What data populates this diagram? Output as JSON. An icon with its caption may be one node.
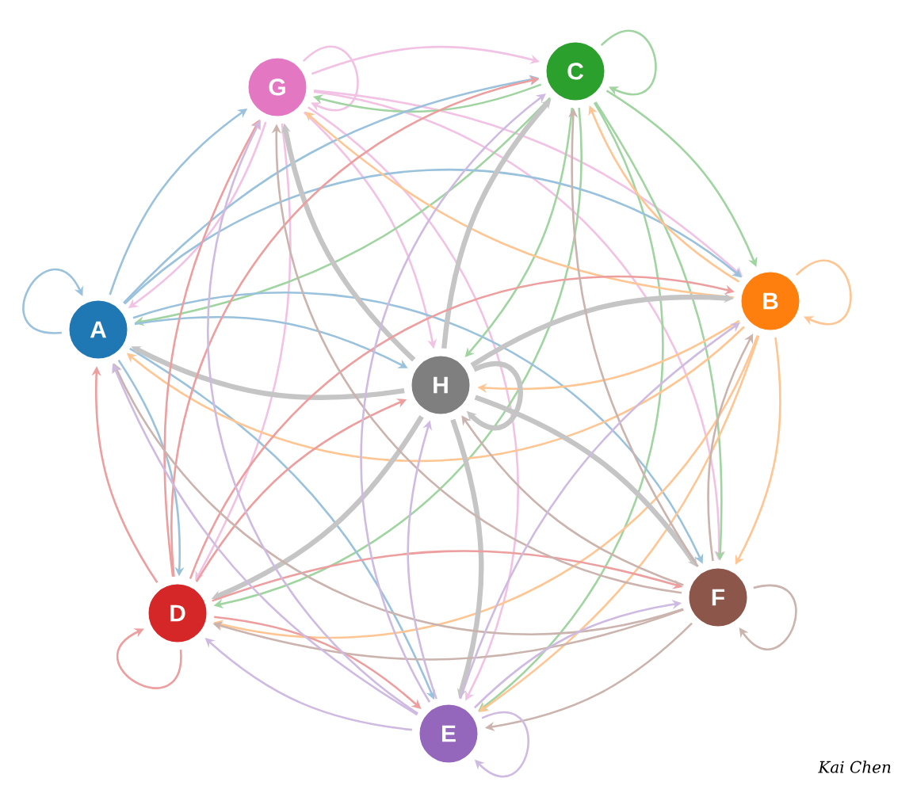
{
  "diagram": {
    "nodes": [
      {
        "text": [
          "G"
        ]
      },
      {
        "text": [
          "C"
        ]
      },
      {
        "text": [
          "A"
        ]
      },
      {
        "text": [
          "B"
        ]
      },
      {
        "text": [
          "H"
        ]
      },
      {
        "text": [
          "D"
        ]
      },
      {
        "text": [
          "F"
        ]
      },
      {
        "text": [
          "E"
        ]
      }
    ],
    "edges": [
      {
        "from": 0,
        "to": 0,
        "arrow": "to",
        "color": "#f2c2e4"
      },
      {
        "from": 0,
        "to": 1,
        "arrow": "to",
        "color": "#f2c2e4"
      },
      {
        "from": 0,
        "to": 2,
        "arrow": "to",
        "color": "#f2c2e4"
      },
      {
        "from": 0,
        "to": 3,
        "arrow": "to",
        "color": "#f2c2e4"
      },
      {
        "from": 0,
        "to": 4,
        "arrow": "to",
        "color": "#f2c2e4"
      },
      {
        "from": 0,
        "to": 5,
        "arrow": "to",
        "color": "#f2c2e4"
      },
      {
        "from": 0,
        "to": 6,
        "arrow": "to",
        "color": "#f2c2e4"
      },
      {
        "from": 0,
        "to": 7,
        "arrow": "to",
        "color": "#f2c2e4"
      },
      {
        "from": 1,
        "to": 0,
        "arrow": "to",
        "color": "#a0d4a0"
      },
      {
        "from": 1,
        "to": 1,
        "arrow": "to",
        "color": "#a0d4a0"
      },
      {
        "from": 1,
        "to": 2,
        "arrow": "to",
        "color": "#a0d4a0"
      },
      {
        "from": 1,
        "to": 3,
        "arrow": "to",
        "color": "#a0d4a0"
      },
      {
        "from": 1,
        "to": 4,
        "arrow": "to",
        "color": "#a0d4a0"
      },
      {
        "from": 1,
        "to": 5,
        "arrow": "to",
        "color": "#a0d4a0"
      },
      {
        "from": 1,
        "to": 6,
        "arrow": "to",
        "color": "#a0d4a0"
      },
      {
        "from": 1,
        "to": 7,
        "arrow": "to",
        "color": "#a0d4a0"
      },
      {
        "from": 2,
        "to": 0,
        "arrow": "to",
        "color": "#9ac2dd"
      },
      {
        "from": 2,
        "to": 1,
        "arrow": "to",
        "color": "#9ac2dd"
      },
      {
        "from": 2,
        "to": 2,
        "arrow": "to",
        "color": "#9ac2dd"
      },
      {
        "from": 2,
        "to": 3,
        "arrow": "to",
        "color": "#9ac2dd"
      },
      {
        "from": 2,
        "to": 4,
        "arrow": "to",
        "color": "#9ac2dd"
      },
      {
        "from": 2,
        "to": 5,
        "arrow": "to",
        "color": "#9ac2dd"
      },
      {
        "from": 2,
        "to": 6,
        "arrow": "to",
        "color": "#9ac2dd"
      },
      {
        "from": 2,
        "to": 7,
        "arrow": "to",
        "color": "#9ac2dd"
      },
      {
        "from": 3,
        "to": 0,
        "arrow": "to",
        "color": "#ffc592"
      },
      {
        "from": 3,
        "to": 1,
        "arrow": "to",
        "color": "#ffc592"
      },
      {
        "from": 3,
        "to": 2,
        "arrow": "to",
        "color": "#ffc592"
      },
      {
        "from": 3,
        "to": 3,
        "arrow": "to",
        "color": "#ffc592"
      },
      {
        "from": 3,
        "to": 4,
        "arrow": "to",
        "color": "#ffc592"
      },
      {
        "from": 3,
        "to": 5,
        "arrow": "to",
        "color": "#ffc592"
      },
      {
        "from": 3,
        "to": 6,
        "arrow": "to",
        "color": "#ffc592"
      },
      {
        "from": 3,
        "to": 7,
        "arrow": "to",
        "color": "#ffc592"
      },
      {
        "from": 4,
        "to": 0,
        "arrow": "to",
        "style": "thick",
        "color": "#c5c5c5"
      },
      {
        "from": 4,
        "to": 1,
        "arrow": "to",
        "style": "thick",
        "color": "#c5c5c5"
      },
      {
        "from": 4,
        "to": 2,
        "arrow": "to",
        "style": "thick",
        "color": "#c5c5c5"
      },
      {
        "from": 4,
        "to": 3,
        "arrow": "to",
        "style": "thick",
        "color": "#c5c5c5"
      },
      {
        "from": 4,
        "to": 4,
        "arrow": "to",
        "style": "thick",
        "color": "#c5c5c5"
      },
      {
        "from": 4,
        "to": 5,
        "arrow": "to",
        "style": "thick",
        "color": "#c5c5c5"
      },
      {
        "from": 4,
        "to": 6,
        "arrow": "to",
        "style": "thick",
        "color": "#c5c5c5"
      },
      {
        "from": 4,
        "to": 7,
        "arrow": "to",
        "style": "thick",
        "color": "#c5c5c5"
      },
      {
        "from": 5,
        "to": 0,
        "arrow": "to",
        "color": "#ed9e9e"
      },
      {
        "from": 5,
        "to": 1,
        "arrow": "to",
        "color": "#ed9e9e"
      },
      {
        "from": 5,
        "to": 2,
        "arrow": "to",
        "color": "#ed9e9e"
      },
      {
        "from": 5,
        "to": 3,
        "arrow": "to",
        "color": "#ed9e9e"
      },
      {
        "from": 5,
        "to": 4,
        "arrow": "to",
        "color": "#ed9e9e"
      },
      {
        "from": 5,
        "to": 5,
        "arrow": "to",
        "color": "#ed9e9e"
      },
      {
        "from": 5,
        "to": 6,
        "arrow": "to",
        "color": "#ed9e9e"
      },
      {
        "from": 5,
        "to": 7,
        "arrow": "to",
        "color": "#ed9e9e"
      },
      {
        "from": 6,
        "to": 0,
        "arrow": "to",
        "color": "#cbb3ae"
      },
      {
        "from": 6,
        "to": 1,
        "arrow": "to",
        "color": "#cbb3ae"
      },
      {
        "from": 6,
        "to": 2,
        "arrow": "to",
        "color": "#cbb3ae"
      },
      {
        "from": 6,
        "to": 3,
        "arrow": "to",
        "color": "#cbb3ae"
      },
      {
        "from": 6,
        "to": 4,
        "arrow": "to",
        "color": "#cbb3ae"
      },
      {
        "from": 6,
        "to": 5,
        "arrow": "to",
        "color": "#cbb3ae"
      },
      {
        "from": 6,
        "to": 6,
        "arrow": "to",
        "color": "#cbb3ae"
      },
      {
        "from": 6,
        "to": 7,
        "arrow": "to",
        "color": "#cbb3ae"
      },
      {
        "from": 7,
        "to": 0,
        "arrow": "to",
        "color": "#cfbbe1"
      },
      {
        "from": 7,
        "to": 1,
        "arrow": "to",
        "color": "#cfbbe1"
      },
      {
        "from": 7,
        "to": 2,
        "arrow": "to",
        "color": "#cfbbe1"
      },
      {
        "from": 7,
        "to": 3,
        "arrow": "to",
        "color": "#cfbbe1"
      },
      {
        "from": 7,
        "to": 4,
        "arrow": "to",
        "color": "#cfbbe1"
      },
      {
        "from": 7,
        "to": 5,
        "arrow": "to",
        "color": "#cfbbe1"
      },
      {
        "from": 7,
        "to": 6,
        "arrow": "to",
        "color": "#cfbbe1"
      },
      {
        "from": 7,
        "to": 7,
        "arrow": "to",
        "color": "#cfbbe1"
      }
    ],
    "labels": [
      "Kai Chen"
    ]
  }
}
